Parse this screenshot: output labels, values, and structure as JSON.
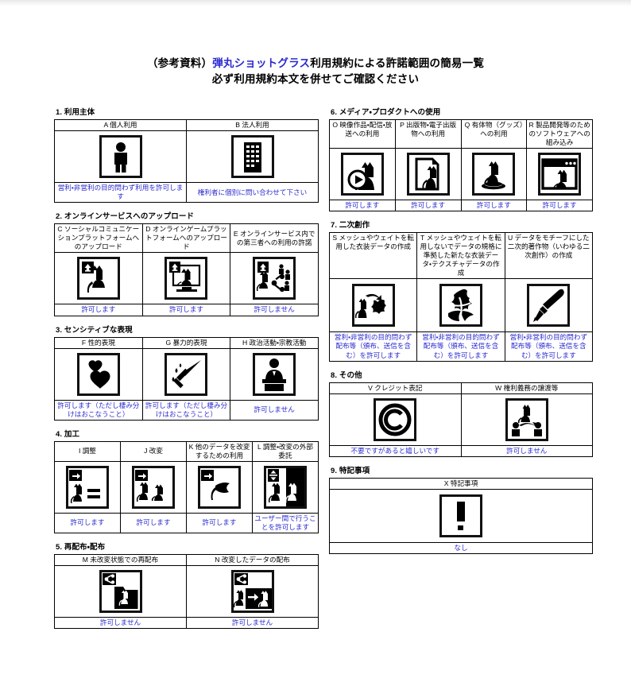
{
  "document": {
    "title_line1_prefix": "（参考資料）",
    "title_line1_brand": "弾丸ショットグラス",
    "title_line1_suffix": "利用規約による許諾範囲の簡易一覧",
    "title_line2": "必ず利用規約本文を併せてご確認ください",
    "accent_color": "#2a2ad0",
    "ink_color": "#000000",
    "background_color": "#ffffff"
  },
  "sections": [
    {
      "id": "s1",
      "number": "1.",
      "title": "1. 利用主体",
      "columns": 2,
      "items": [
        {
          "code": "A",
          "header": "A 個人利用",
          "icon": "person-icon",
          "note": "営利・非営利の目的問わず利用を許可します"
        },
        {
          "code": "B",
          "header": "B 法人利用",
          "icon": "building-icon",
          "note": "権利者に個別に問い合わせて下さい"
        }
      ]
    },
    {
      "id": "s2",
      "number": "2.",
      "title": "2. オンラインサービスへのアップロード",
      "columns": 3,
      "items": [
        {
          "code": "C",
          "header": "C ソーシャルコミュニケーションプラットフォームへのアップロード",
          "icon": "upload-catperson-icon",
          "note": "許可します"
        },
        {
          "code": "D",
          "header": "D オンラインゲームプラットフォームへのアップロード",
          "icon": "upload-monitor-cat-icon",
          "note": "許可します"
        },
        {
          "code": "E",
          "header": "E オンラインサービス内での第三者への利用の許諾",
          "icon": "upload-share-people-icon",
          "note": "許可しません"
        }
      ]
    },
    {
      "id": "s3",
      "number": "3.",
      "title": "3. センシティブな表現",
      "columns": 3,
      "items": [
        {
          "code": "F",
          "header": "F 性的表現",
          "icon": "hearts-icon",
          "note": "許可します（ただし棲み分けはおこなうこと）"
        },
        {
          "code": "G",
          "header": "G 暴力的表現",
          "icon": "knife-blood-icon",
          "note": "許可します（ただし棲み分けはおこなうこと）"
        },
        {
          "code": "H",
          "header": "H 政治活動・宗教活動",
          "icon": "podium-speaker-icon",
          "note": "許可しません"
        }
      ]
    },
    {
      "id": "s4",
      "number": "4.",
      "title": "4. 加工",
      "columns": 4,
      "items": [
        {
          "code": "I",
          "header": "I 調整",
          "icon": "adjust-equals-cat-icon",
          "note": "許可します"
        },
        {
          "code": "J",
          "header": "J 改変",
          "icon": "modify-two-cats-icon",
          "note": "許可します"
        },
        {
          "code": "K",
          "header": "K 他のデータを改変するための利用",
          "icon": "modify-other-data-icon",
          "note": "許可します"
        },
        {
          "code": "L",
          "header": "L 調整・改変の外部委託",
          "icon": "outsource-cats-icon",
          "note": "ユーザー間で行うことを許可します"
        }
      ]
    },
    {
      "id": "s5",
      "number": "5.",
      "title": "5. 再配布・配布",
      "columns": 2,
      "items": [
        {
          "code": "M",
          "header": "M 未改変状態での再配布",
          "icon": "share-folder-cat-icon",
          "note": "許可しません"
        },
        {
          "code": "N",
          "header": "N 改変したデータの配布",
          "icon": "share-modified-cat-icon",
          "note": "許可しません"
        }
      ]
    },
    {
      "id": "s6",
      "number": "6.",
      "title": "6. メディア・プロダクトへの使用",
      "columns": 4,
      "items": [
        {
          "code": "O",
          "header": "O 映像作品・配信・放送への利用",
          "icon": "video-play-cat-icon",
          "note": "許可します"
        },
        {
          "code": "P",
          "header": "P 出版物・電子出版物への利用",
          "icon": "publication-cat-icon",
          "note": "許可します"
        },
        {
          "code": "Q",
          "header": "Q 有体物（グッズ）への利用",
          "icon": "goods-figure-cat-icon",
          "note": "許可します"
        },
        {
          "code": "R",
          "header": "R 製品開発等のためのソフトウェアへの組み込み",
          "icon": "software-window-cat-icon",
          "note": "許可します"
        }
      ]
    },
    {
      "id": "s7",
      "number": "7.",
      "title": "7. 二次創作",
      "columns": 3,
      "items": [
        {
          "code": "S",
          "header": "S メッシュやウェイトを転用した衣装データの作成",
          "icon": "cat-to-costume-icon",
          "note": "営利・非営利の目的問わず配布等（頒布、送信を含む）を許可します"
        },
        {
          "code": "T",
          "header": "T メッシュやウェイトを転用しないでデータの規格に準拠した新たな衣装データ・テクスチャデータの作成",
          "icon": "costume-new-icon",
          "note": "営利・非営利の目的問わず配布等（頒布、送信を含む）を許可します"
        },
        {
          "code": "U",
          "header": "U データをモチーフにした二次的著作物（いわゆる二次創作）の作成",
          "icon": "paintbrush-icon",
          "note": "営利・非営利の目的問わず配布等（頒布、送信を含む）を許可します"
        }
      ]
    },
    {
      "id": "s8",
      "number": "8.",
      "title": "8. その他",
      "columns": 2,
      "items": [
        {
          "code": "V",
          "header": "V クレジット表記",
          "icon": "copyright-icon",
          "note": "不要ですがあると嬉しいです"
        },
        {
          "code": "W",
          "header": "W 権利義務の譲渡等",
          "icon": "transfer-rights-icon",
          "note": "許可しません"
        }
      ]
    },
    {
      "id": "s9",
      "number": "9.",
      "title": "9. 特記事項",
      "columns": 1,
      "items": [
        {
          "code": "X",
          "header": "X 特記事項",
          "icon": "exclamation-icon",
          "note": "なし"
        }
      ]
    }
  ]
}
